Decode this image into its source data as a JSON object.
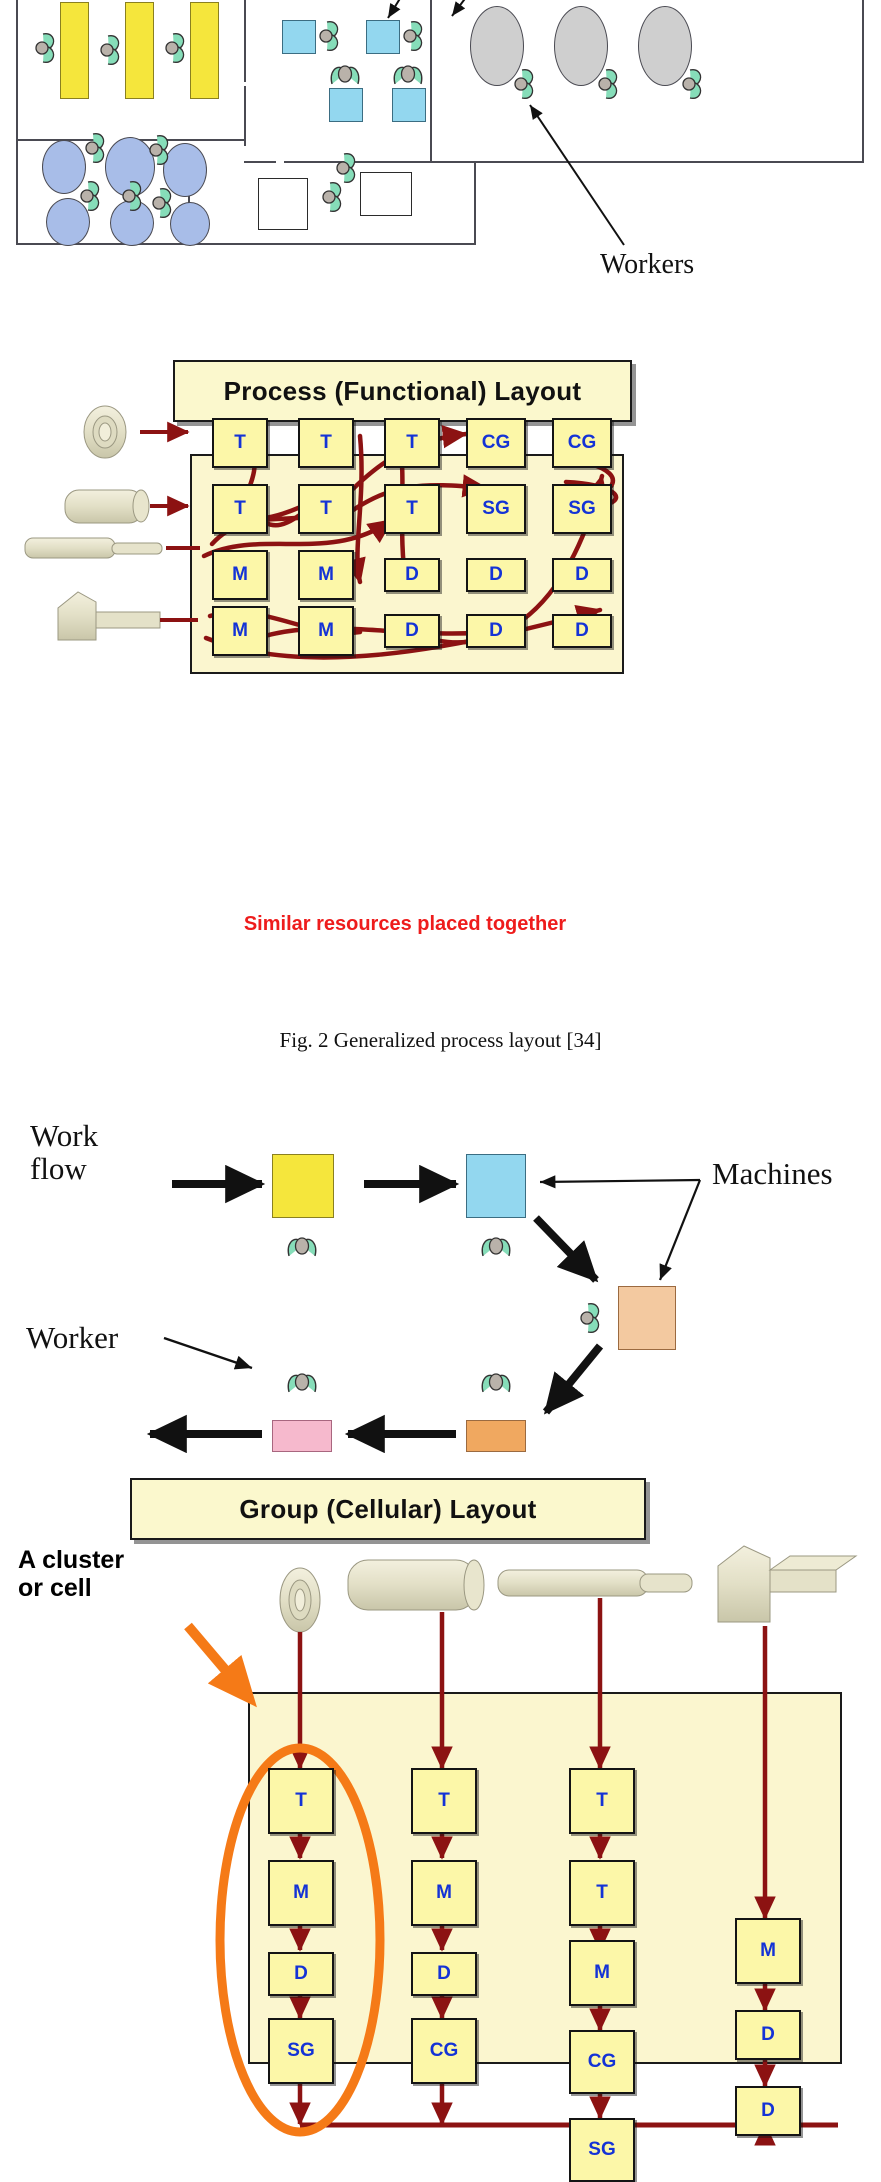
{
  "figure": {
    "process_layout": {
      "banner_label": "Process (Functional) Layout",
      "red_caption": "Similar resources placed together",
      "caption": "Fig. 2 Generalized process layout [34]",
      "annotation_workers": "Workers",
      "matrix_rows": [
        [
          "T",
          "T",
          "T",
          "CG",
          "CG"
        ],
        [
          "T",
          "T",
          "T",
          "SG",
          "SG"
        ],
        [
          "M",
          "M",
          "D",
          "D",
          "D"
        ],
        [
          "M",
          "M",
          "D",
          "D",
          "D"
        ]
      ]
    },
    "cellular_layout": {
      "banner_label": "Group (Cellular) Layout",
      "label_work_flow": "Work\nflow",
      "label_machines": "Machines",
      "label_worker": "Worker",
      "cluster_label": "A cluster\nor cell",
      "cells": [
        {
          "name": "cell-1",
          "steps": [
            "T",
            "M",
            "D",
            "SG"
          ]
        },
        {
          "name": "cell-2",
          "steps": [
            "T",
            "M",
            "D",
            "CG"
          ]
        },
        {
          "name": "cell-3",
          "steps": [
            "T",
            "T",
            "M",
            "CG",
            "SG"
          ]
        },
        {
          "name": "cell-4",
          "steps": [
            "M",
            "D",
            "D"
          ]
        }
      ]
    },
    "colors": {
      "machine_fill": "#fcf7a8",
      "machine_text": "#1433d6",
      "plant_fill": "#fbf6cf",
      "flow_arrow": "#8c1212",
      "highlight_ellipse": "#f57a17",
      "red_caption": "#ee1c1c",
      "banner_fill": "#fbf8cd",
      "yellow_machine": "#f5e63c",
      "blue_machine": "#93d7ef",
      "peach_machine": "#f3c9a0",
      "pink_machine": "#f6b9cd",
      "orange_machine": "#f0a860",
      "grey_oval": "#cfcfcf",
      "blue_oval": "#a8bde8",
      "worker_body": "#86ddb9",
      "worker_head": "#b9b2aa"
    }
  }
}
